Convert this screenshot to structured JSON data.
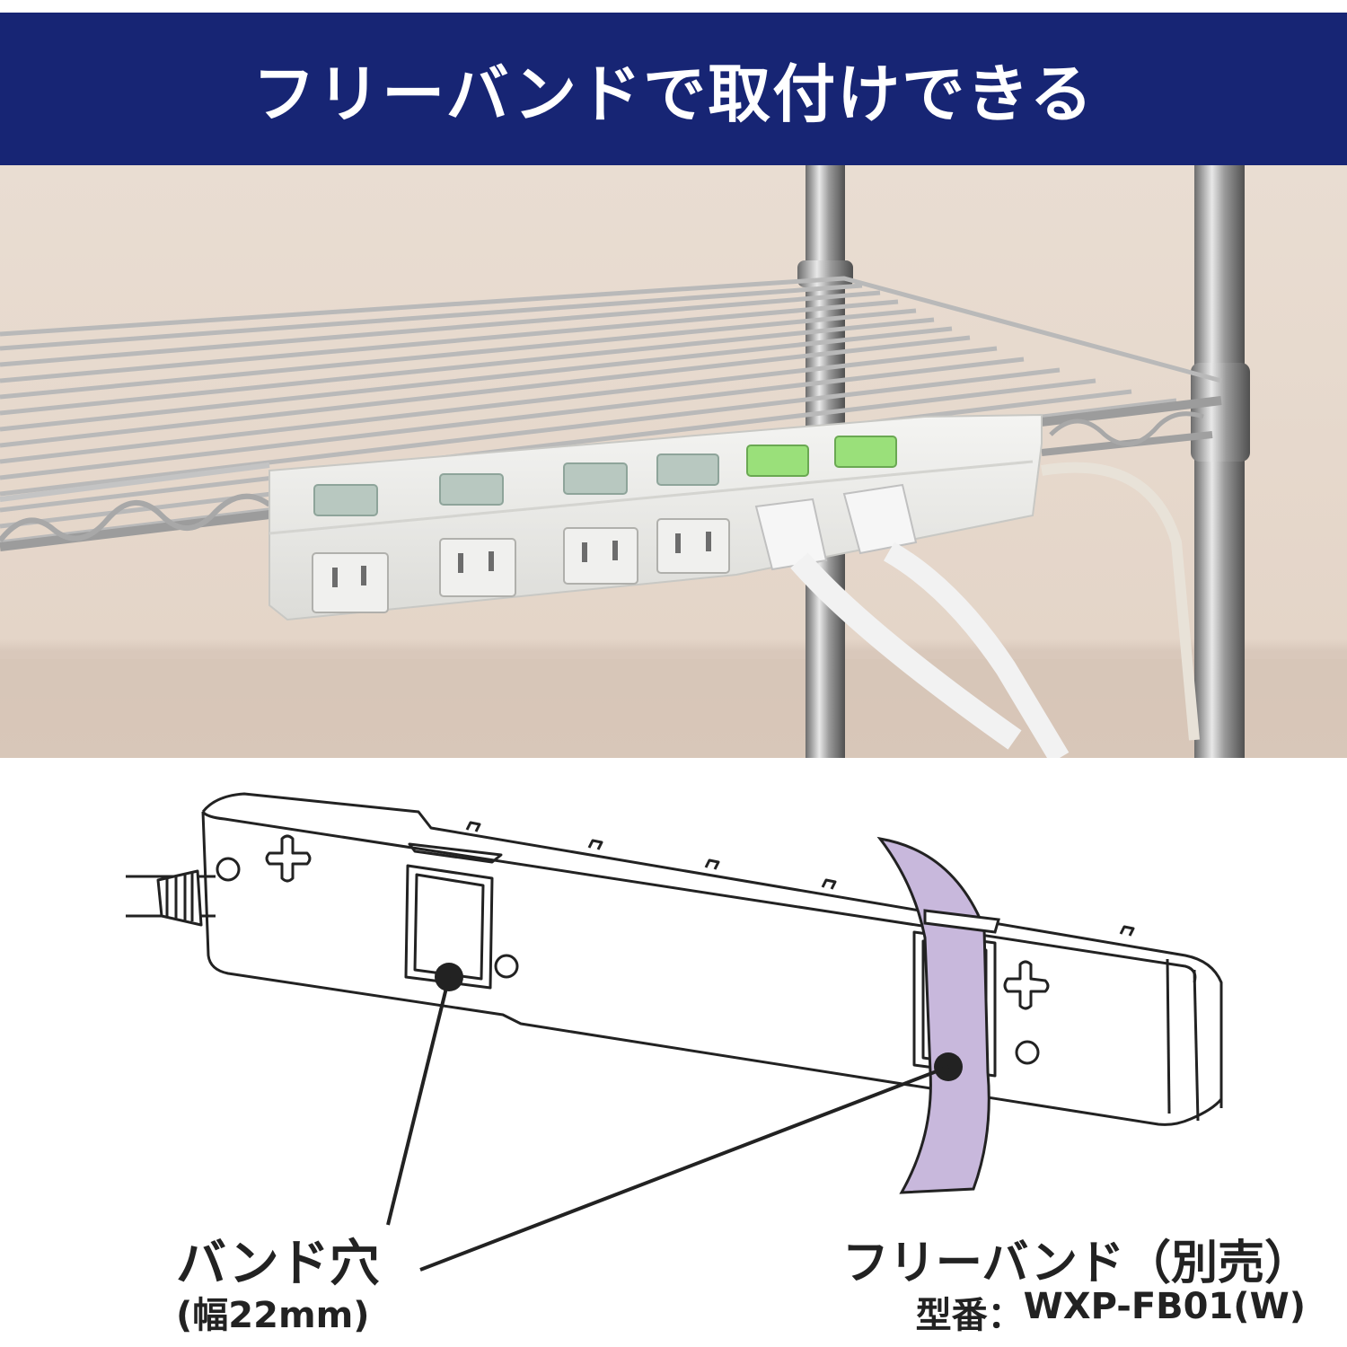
{
  "banner": {
    "title": "フリーバンドで取付けできる",
    "background_color": "#172574",
    "text_color": "#ffffff"
  },
  "photo": {
    "icon": "power-strip-on-wire-shelf-photo"
  },
  "diagram": {
    "icon": "power-strip-back-view-diagram",
    "band_color": "#c8b8dc"
  },
  "labels": {
    "band_hole": "バンド穴",
    "band_hole_width": "(幅22mm)",
    "free_band": "フリーバンド（別売）",
    "model_prefix": "型番：",
    "model_number": "WXP-FB01(W)"
  }
}
